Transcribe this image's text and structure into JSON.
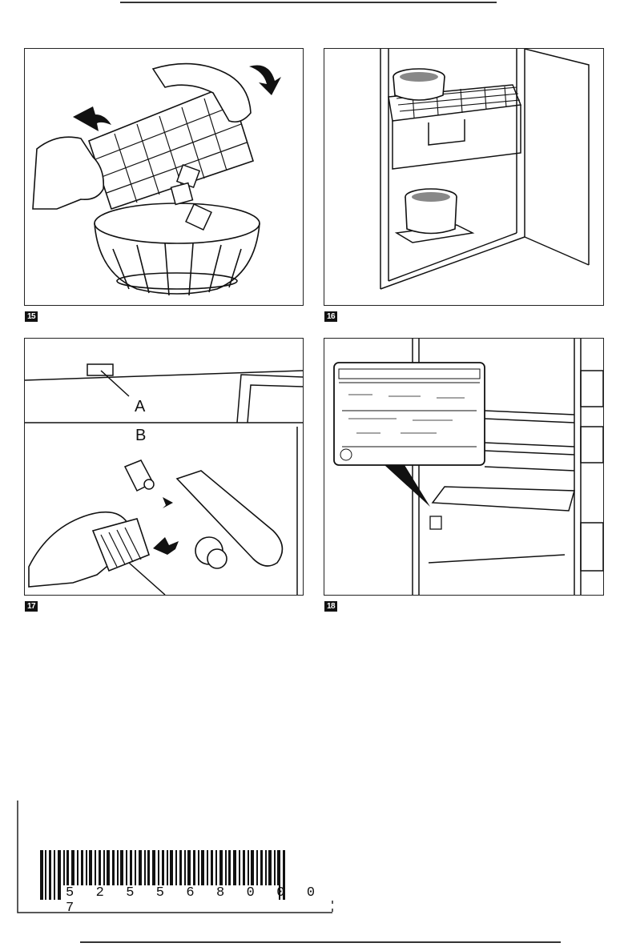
{
  "figures": [
    {
      "number": "15",
      "topic": "ice-cube-tray"
    },
    {
      "number": "16",
      "topic": "thawing-pots"
    },
    {
      "number": "17",
      "topic": "defrost-drain-cleaning"
    },
    {
      "number": "18",
      "topic": "rating-plate"
    }
  ],
  "callouts": {
    "a": "A",
    "b": "B"
  },
  "barcode": {
    "digits": "5 2 5 5 6 8 0 0 0 7"
  }
}
